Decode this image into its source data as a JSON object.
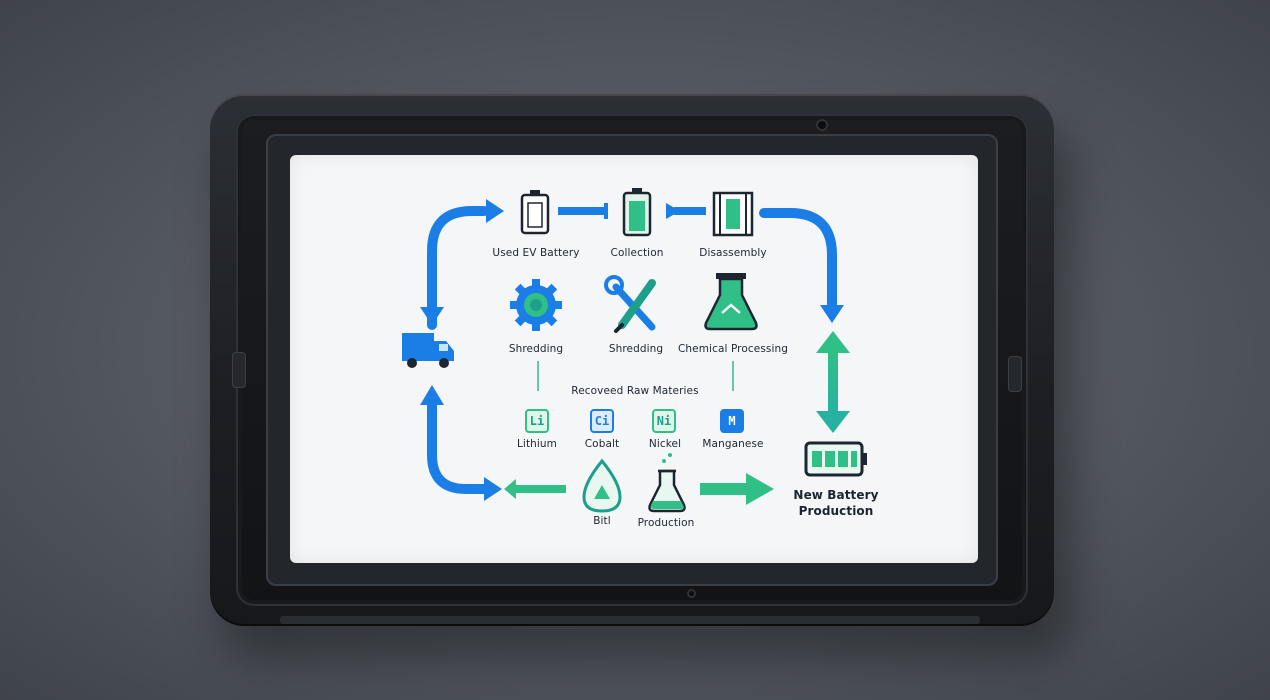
{
  "diagram": {
    "steps": {
      "used_ev_battery": "Used EV Battery",
      "collection": "Collection",
      "disassembly": "Disassembly",
      "shredding_gear": "Shredding",
      "shredding_tools": "Shredding",
      "chemical_processing": "Chemical Processing",
      "recovered_title": "Recoveed Raw Materies",
      "bitl": "Bitl",
      "production": "Production",
      "new_battery": "New Battery Production"
    },
    "materials": [
      {
        "symbol": "Li",
        "name": "Lithium"
      },
      {
        "symbol": "Ci",
        "name": "Cobalt"
      },
      {
        "symbol": "Ni",
        "name": "Nickel"
      },
      {
        "symbol": "M",
        "name": "Manganese"
      }
    ],
    "colors": {
      "blue": "#1a7ee6",
      "green": "#2fbf87",
      "teal": "#1d9f8a",
      "ink": "#1d2630",
      "screen": "#f4f6f8"
    },
    "icons": [
      "battery-icon",
      "battery-charged-icon",
      "cabinet-icon",
      "gear-icon",
      "wrench-screwdriver-icon",
      "flask-icon",
      "truck-icon",
      "droplet-icon",
      "beaker-icon",
      "new-battery-icon"
    ]
  }
}
